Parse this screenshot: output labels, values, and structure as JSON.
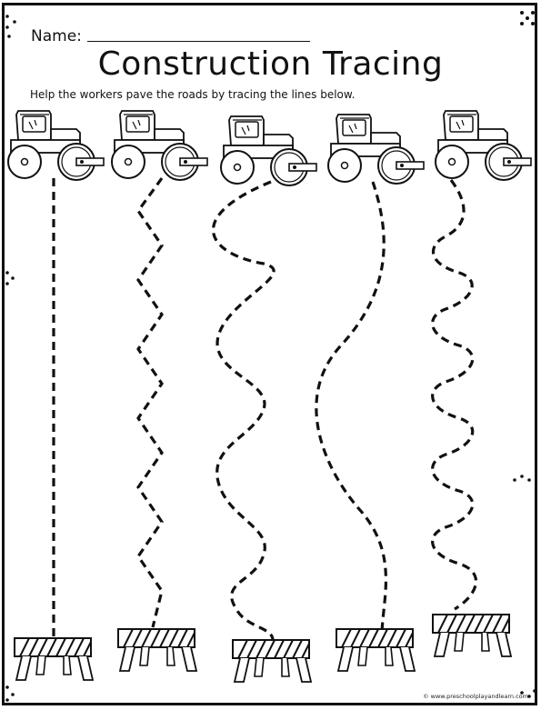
{
  "worksheet": {
    "name_label": "Name:",
    "title": "Construction Tracing",
    "instructions": "Help the workers pave the roads by tracing the lines below.",
    "copyright": "© www.preschoolplayandlearn.com"
  },
  "icons": {
    "vehicle": "road-roller-icon",
    "barrier": "construction-barricade-icon",
    "decoration": "dot-cluster-icon"
  }
}
